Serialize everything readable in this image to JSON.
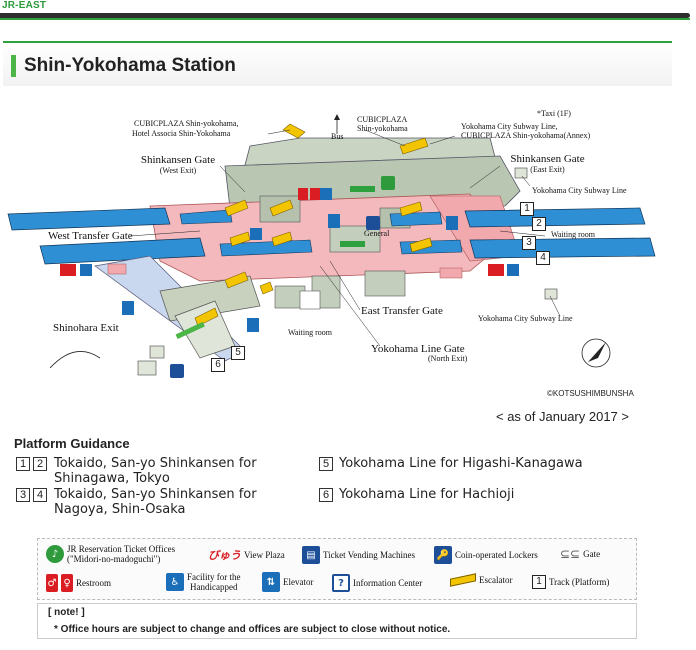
{
  "header": {
    "brand": "JR-EAST",
    "station_title": "Shin-Yokohama Station"
  },
  "map": {
    "labels": {
      "cubic_left": "CUBICPLAZA Shin-yokohama,",
      "cubic_left2": "Hotel Associa Shin-Yokohama",
      "bus": "Bus",
      "cubic_mid": "CUBICPLAZA",
      "cubic_mid2": "Shin-yokohama",
      "taxi": "*Taxi (1F)",
      "subway_line_right": "Yokohama City Subway Line,",
      "subway_line_right2": "CUBICPLAZA Shin-yokohama(Annex)",
      "shinkansen_west": "Shinkansen Gate",
      "shinkansen_west_sub": "(West Exit)",
      "shinkansen_east": "Shinkansen Gate",
      "shinkansen_east_sub": "(East Exit)",
      "subway_line_east": "Yokohama City Subway Line",
      "west_transfer": "West Transfer Gate",
      "general": "General",
      "waiting_room_right": "Waiting room",
      "shinohara": "Shinohara Exit",
      "east_transfer": "East Transfer Gate",
      "waiting_room_bottom": "Waiting room",
      "subway_bottom": "Yokohama City Subway Line",
      "yokohama_line_gate": "Yokohama Line Gate",
      "yokohama_line_gate_sub": "(North Exit)",
      "copyright": "©KOTSUSHIMBUNSHA"
    },
    "tracks": [
      "1",
      "2",
      "3",
      "4",
      "5",
      "6"
    ],
    "as_of": "< as of January 2017 >"
  },
  "platform_guidance": {
    "title": "Platform Guidance",
    "items": [
      {
        "nums": [
          "1",
          "2"
        ],
        "line1": "Tokaido, San-yo Shinkansen for",
        "line2": "Shinagawa, Tokyo"
      },
      {
        "nums": [
          "3",
          "4"
        ],
        "line1": "Tokaido, San-yo Shinkansen for",
        "line2": "Nagoya, Shin-Osaka"
      },
      {
        "nums": [
          "5"
        ],
        "line1": "Yokohama Line for Higashi-Kanagawa",
        "line2": ""
      },
      {
        "nums": [
          "6"
        ],
        "line1": "Yokohama Line for Hachioji",
        "line2": ""
      }
    ]
  },
  "legend": {
    "jr_ticket_1": "JR Reservation Ticket Offices",
    "jr_ticket_2": "(\"Midori-no-madoguchi\")",
    "view_plaza_logo": "びゅう",
    "view_plaza": "View Plaza",
    "ticket_vending": "Ticket Vending Machines",
    "lockers": "Coin-operated Lockers",
    "gate": "Gate",
    "restroom": "Restroom",
    "handicapped_1": "Facility for the",
    "handicapped_2": "Handicapped",
    "elevator": "Elevator",
    "information": "Information Center",
    "escalator": "Escalator",
    "track_num": "1",
    "track": "Track (Platform)"
  },
  "note": {
    "title": "[ note! ]",
    "text": "* Office hours are subject to change and offices are subject to close without notice."
  },
  "colors": {
    "jr_green": "#2ea03d",
    "platform_blue": "#2f8fd4",
    "concourse_pink": "#f2b3b7",
    "escalator_yellow": "#f3c400",
    "restroom_red": "#d91d22",
    "facility_blue": "#1a6fb8"
  }
}
